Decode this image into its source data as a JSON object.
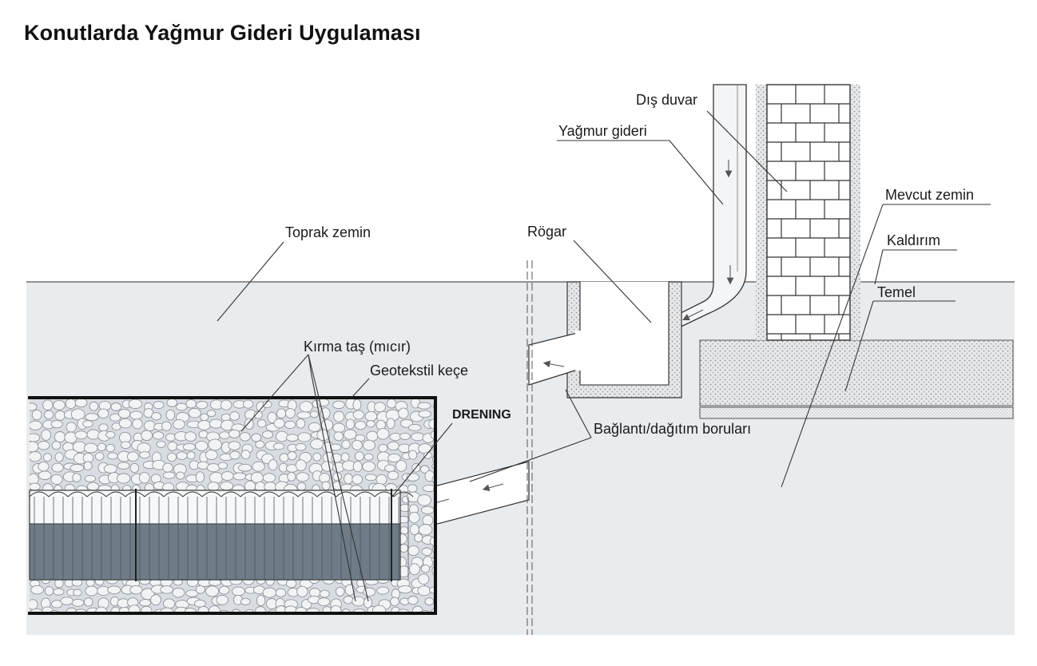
{
  "title": "Konutlarda Yağmur Gideri Uygulaması",
  "labels": {
    "dis_duvar": "Dış duvar",
    "yagmur_gideri": "Yağmur gideri",
    "mevcut_zemin": "Mevcut zemin",
    "kaldirim": "Kaldırım",
    "temel": "Temel",
    "toprak_zemin": "Toprak zemin",
    "rogar": "Rögar",
    "kirma_tas": "Kırma taş (mıcır)",
    "geotekstil": "Geotekstil keçe",
    "drening": "DRENING",
    "baglanti": "Bağlantı/dağıtım boruları"
  },
  "colors": {
    "ground": "#e9ecef",
    "gravel": "#cfd5db",
    "drain_module": "#6f7c88",
    "brick_mortar": "#ffffff",
    "outline": "#222222"
  }
}
